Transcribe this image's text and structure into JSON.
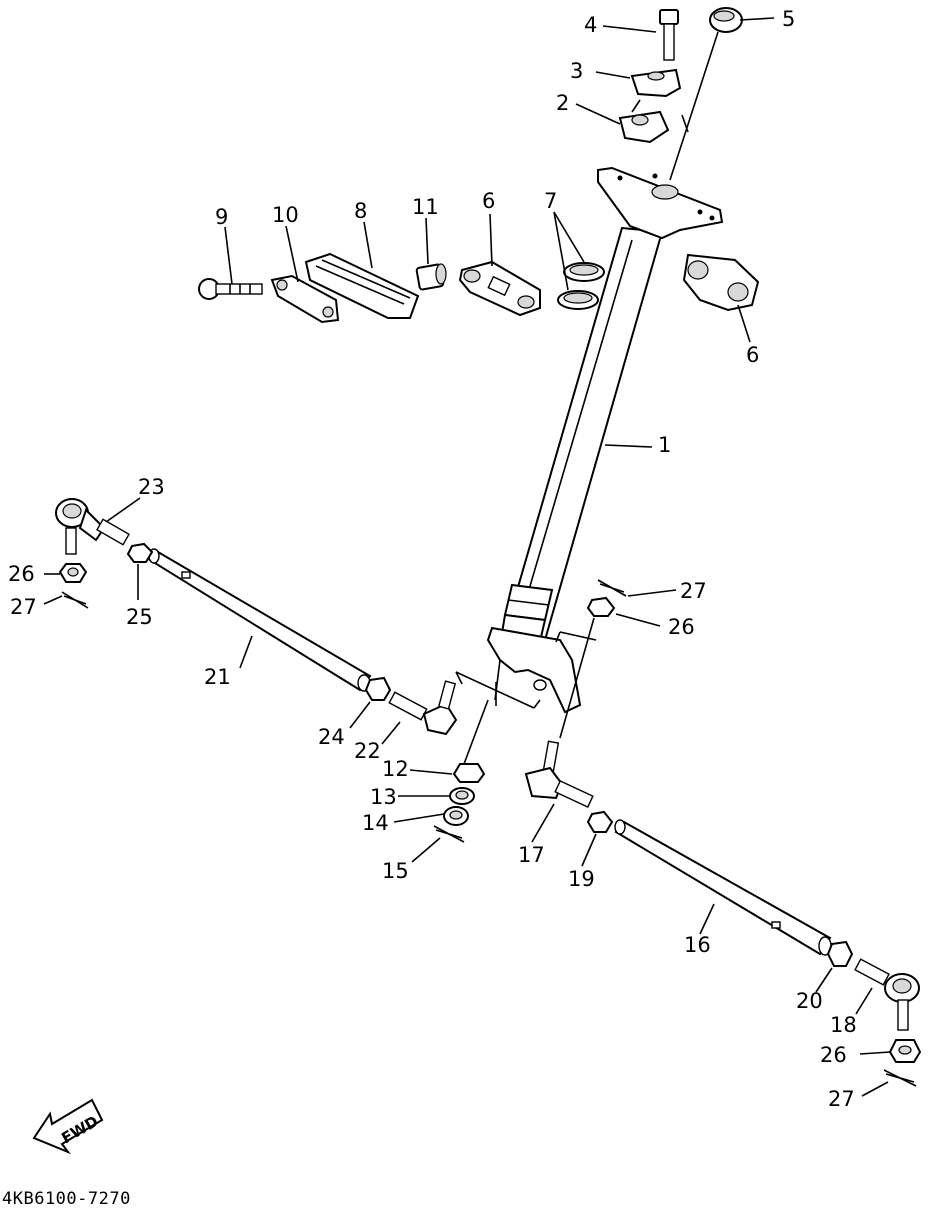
{
  "diagram": {
    "drawing_code": "4KB6100-7270",
    "fwd_label": "FWD",
    "callouts": {
      "c1": "1",
      "c2": "2",
      "c3": "3",
      "c4": "4",
      "c5": "5",
      "c6a": "6",
      "c6b": "6",
      "c7": "7",
      "c8": "8",
      "c9": "9",
      "c10": "10",
      "c11": "11",
      "c12": "12",
      "c13": "13",
      "c14": "14",
      "c15": "15",
      "c16": "16",
      "c17": "17",
      "c18": "18",
      "c19": "19",
      "c20": "20",
      "c21": "21",
      "c22": "22",
      "c23": "23",
      "c24": "24",
      "c25": "25",
      "c26a": "26",
      "c26b": "26",
      "c26c": "26",
      "c27a": "27",
      "c27b": "27",
      "c27c": "27"
    }
  }
}
